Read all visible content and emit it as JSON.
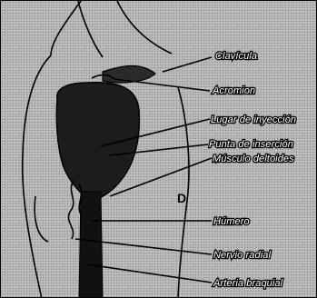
{
  "labels": {
    "clavicula": "Clavícula",
    "acromion": "Acromion",
    "lugar_inyeccion": "Lugar de inyección",
    "punta_insercion": "Punta de inserción",
    "musculo_deltoides": "Músculo deltoides",
    "humero": "Húmero",
    "nervio_radial": "Nervio radial",
    "arteria_braquial": "Arteria braquial"
  },
  "colors": {
    "background": "#b9b9b9",
    "muscle": "#1c1c1c",
    "outline": "#000000",
    "label_fill": "#ffffff"
  }
}
